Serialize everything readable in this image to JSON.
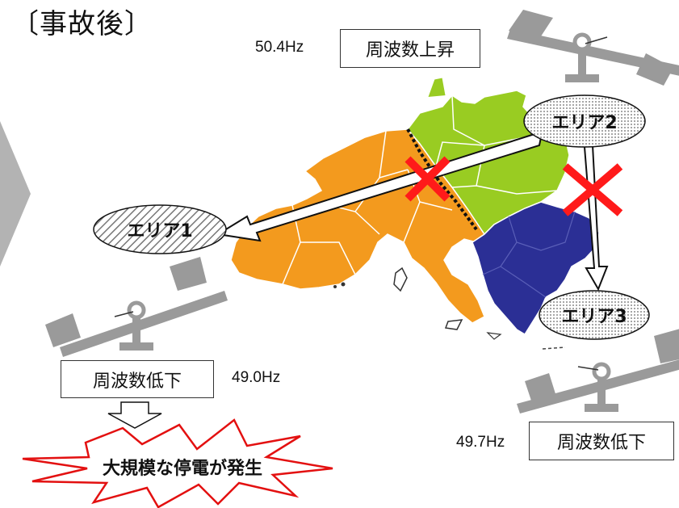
{
  "title": "〔事故後〕",
  "areas": {
    "area1": "エリア1",
    "area2": "エリア2",
    "area3": "エリア3"
  },
  "top": {
    "frequency": "50.4Hz",
    "status": "周波数上昇"
  },
  "left": {
    "frequency": "49.0Hz",
    "status": "周波数低下"
  },
  "right": {
    "frequency": "49.7Hz",
    "status": "周波数低下"
  },
  "outcome": "大規模な停電が発生",
  "colors": {
    "west": "#f39a1e",
    "north": "#99cc22",
    "southeast": "#2b2f95",
    "cross": "#ff1a1a",
    "balance": "#9a9a9a",
    "burst_stroke": "#e31010"
  }
}
